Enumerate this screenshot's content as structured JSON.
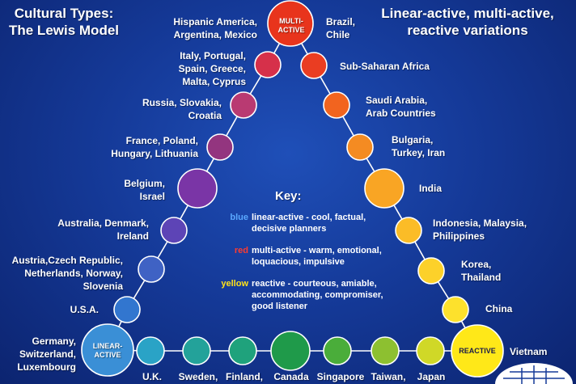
{
  "title": {
    "left": "Cultural Types:\nThe Lewis Model",
    "right": "Linear-active, multi-active,\nreactive variations"
  },
  "apex": {
    "multi": "MULTI-\nACTIVE",
    "linear": "LINEAR-\nACTIVE",
    "reactive": "REACTIVE"
  },
  "labels": {
    "hispanic": "Hispanic America,\nArgentina, Mexico",
    "brazil": "Brazil,\nChile",
    "italy": "Italy, Portugal,\nSpain, Greece,\nMalta, Cyprus",
    "subsaharan": "Sub-Saharan Africa",
    "russia": "Russia, Slovakia,\nCroatia",
    "saudi": "Saudi Arabia,\nArab Countries",
    "france": "France, Poland,\nHungary, Lithuania",
    "bulgaria": "Bulgaria,\nTurkey, Iran",
    "belgium": "Belgium,\nIsrael",
    "india": "India",
    "australia": "Australia, Denmark,\nIreland",
    "indonesia": "Indonesia, Malaysia,\nPhilippines",
    "austria": "Austria,Czech Republic,\nNetherlands, Norway,\nSlovenia",
    "korea": "Korea,\nThailand",
    "usa": "U.S.A.",
    "china": "China",
    "germany": "Germany,\nSwitzerland,\nLuxembourg",
    "vietnam": "Vietnam",
    "uk": "U.K.",
    "sweden": "Sweden,",
    "finland": "Finland,",
    "canada": "Canada",
    "singapore": "Singapore",
    "taiwan": "Taiwan,",
    "japan": "Japan"
  },
  "key": {
    "title": "Key:",
    "rows": [
      {
        "word": "blue",
        "color": "#5aa8ff",
        "desc": "linear-active - cool, factual,\ndecisive planners"
      },
      {
        "word": "red",
        "color": "#ff3b2f",
        "desc": "multi-active - warm, emotional,\nloquacious, impulsive"
      },
      {
        "word": "yellow",
        "color": "#ffe21a",
        "desc": "reactive - courteous, amiable,\naccommodating, compromiser,\ngood listener"
      }
    ]
  },
  "colors": {
    "multi": "#e8341c",
    "linear": "#3a8fd6",
    "reactive": "#ffe818"
  }
}
